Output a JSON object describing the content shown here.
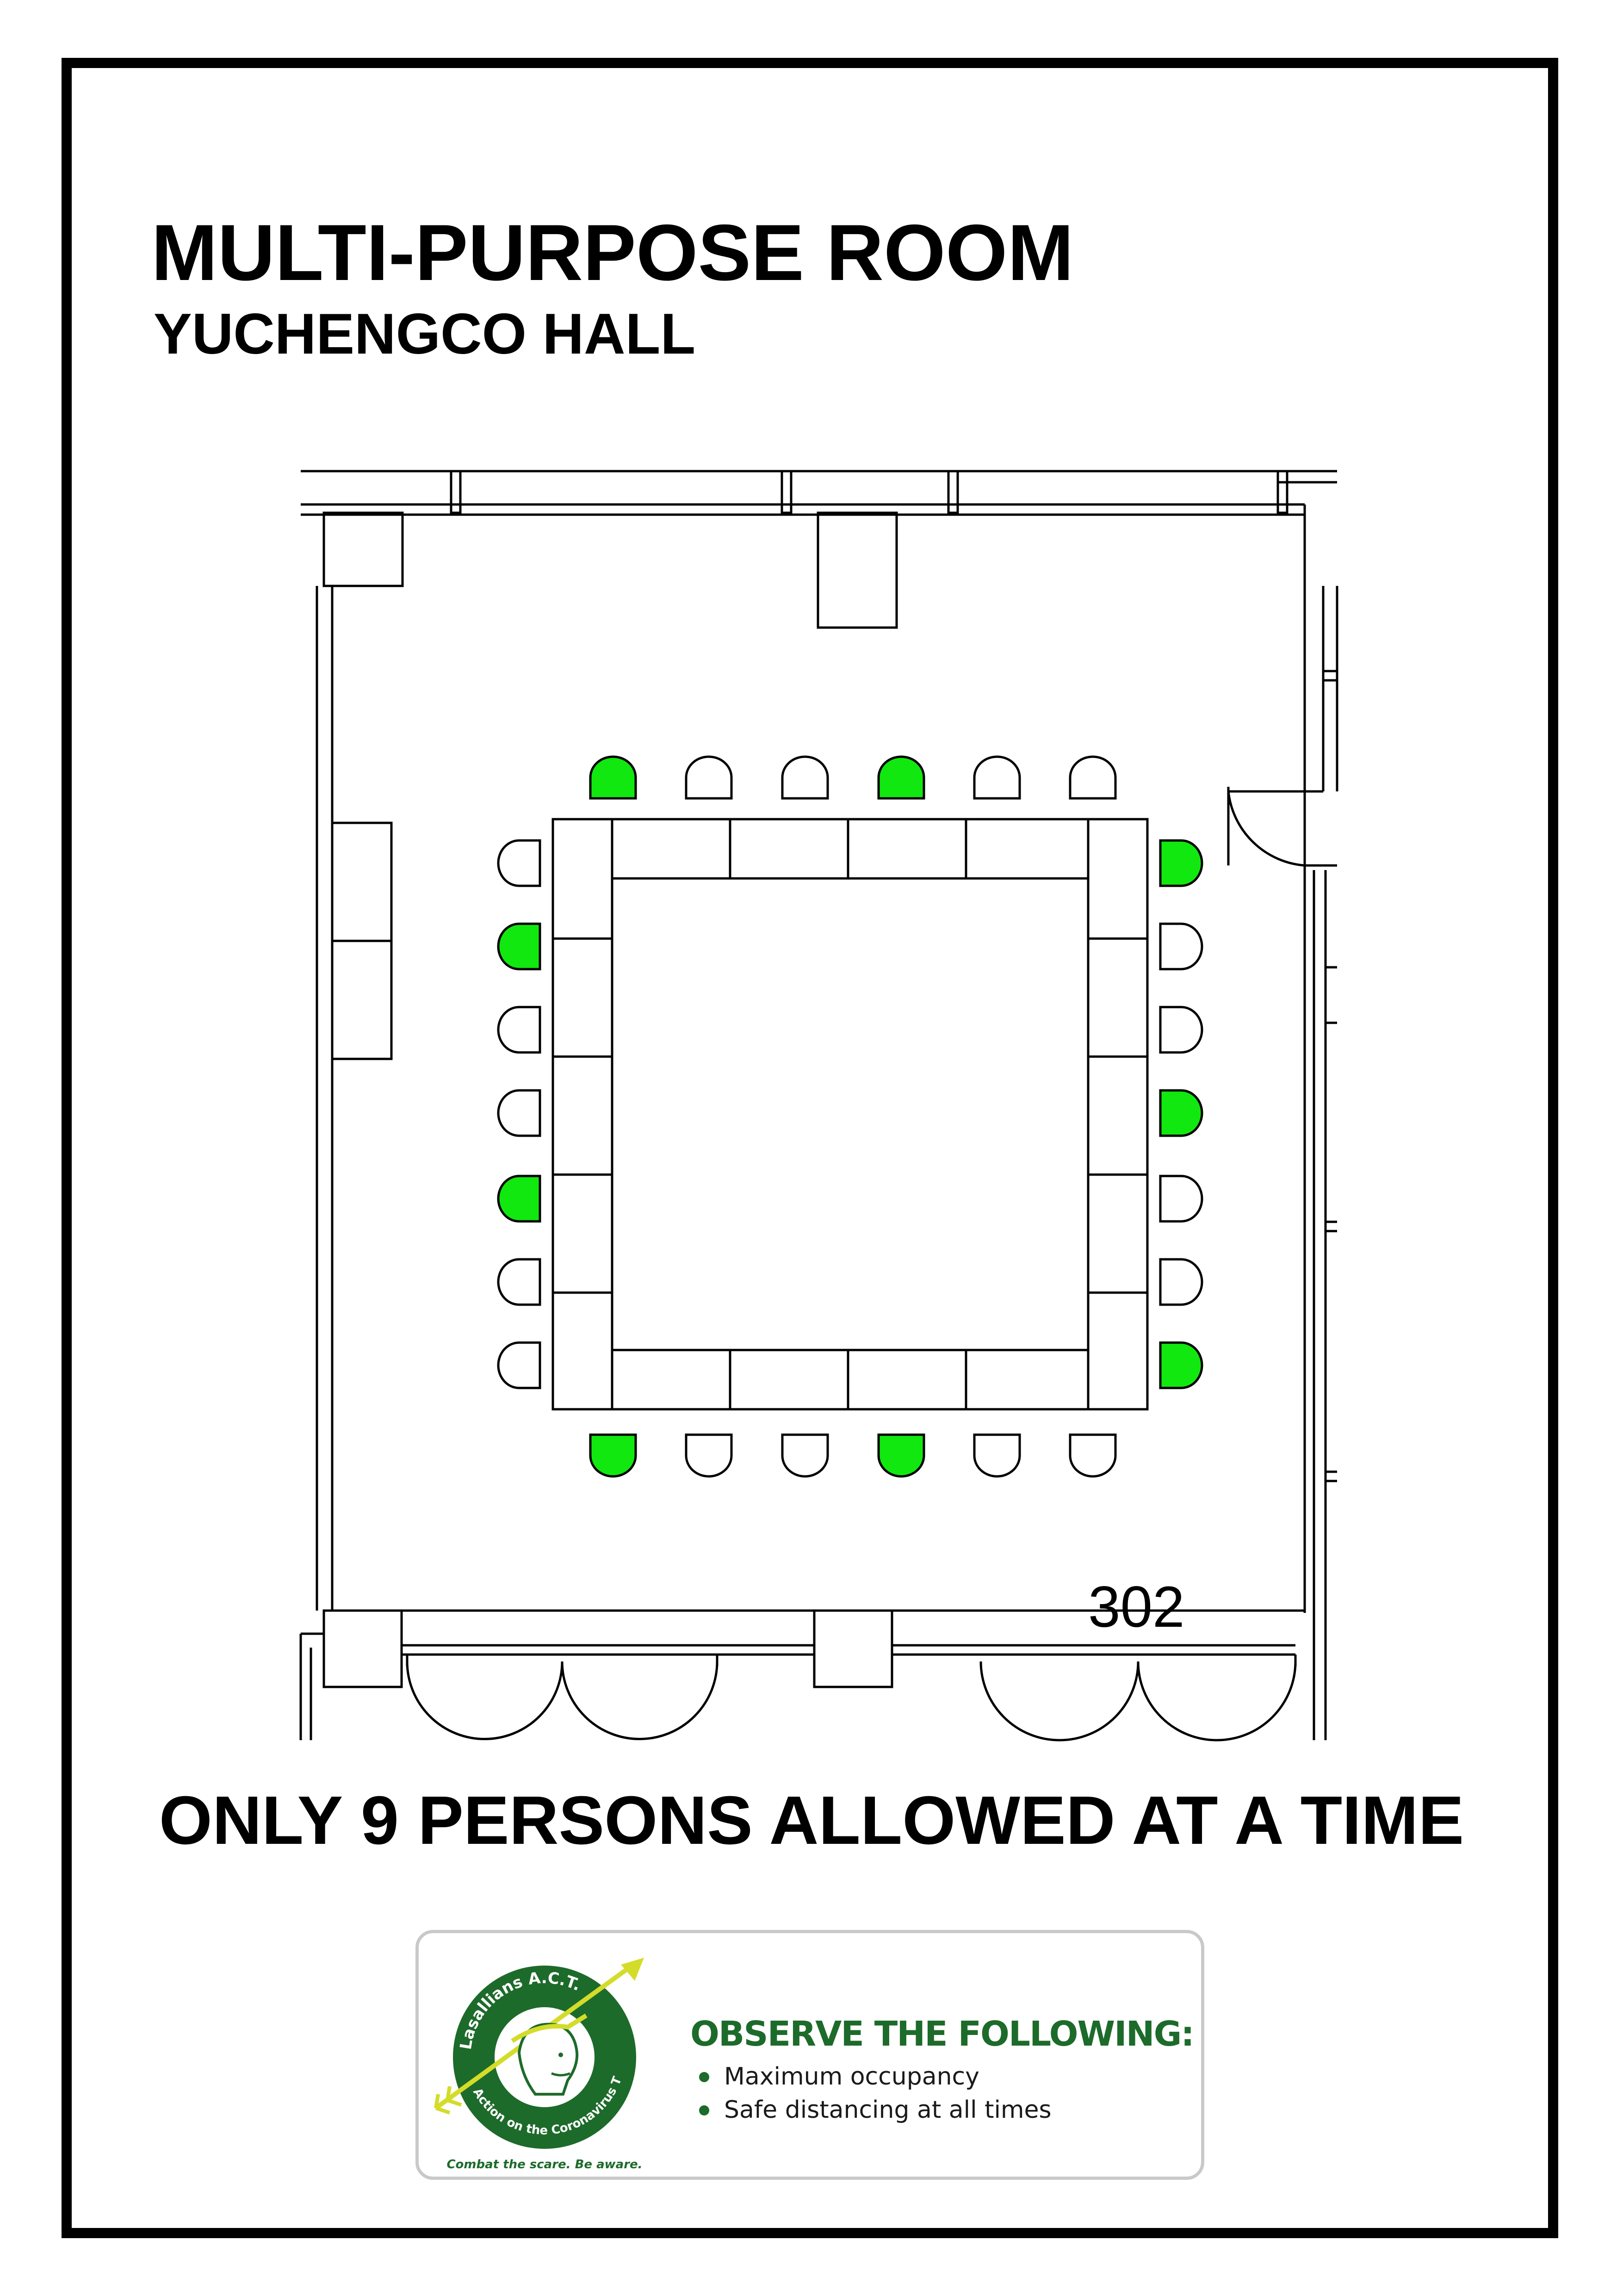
{
  "header": {
    "title": "MULTI-PURPOSE ROOM",
    "subtitle": "YUCHENGCO HALL"
  },
  "floor_plan": {
    "room_number": "302",
    "colors": {
      "available_seat": "#11e80f",
      "unavailable_seat": "#ffffff",
      "line": "#000000"
    },
    "seats": {
      "top": [
        "available",
        "unavailable",
        "unavailable",
        "available",
        "unavailable",
        "unavailable"
      ],
      "bottom": [
        "available",
        "unavailable",
        "unavailable",
        "available",
        "unavailable",
        "unavailable"
      ],
      "left": [
        "unavailable",
        "available",
        "unavailable",
        "unavailable",
        "available",
        "unavailable",
        "unavailable"
      ],
      "right": [
        "available",
        "unavailable",
        "unavailable",
        "available",
        "unavailable",
        "unavailable",
        "available"
      ]
    }
  },
  "notice": "ONLY 9 PERSONS ALLOWED AT A TIME",
  "info": {
    "logo": {
      "top_text": "Lasallians A.C.T.",
      "bottom_text": "Action on the Coronavirus Threat",
      "slogan": "Combat the scare. Be aware.",
      "colors": {
        "green": "#1d6b2a",
        "yellow": "#d4dc2a"
      }
    },
    "heading": "OBSERVE THE FOLLOWING:",
    "items": [
      "Maximum occupancy",
      "Safe distancing at all times"
    ]
  }
}
